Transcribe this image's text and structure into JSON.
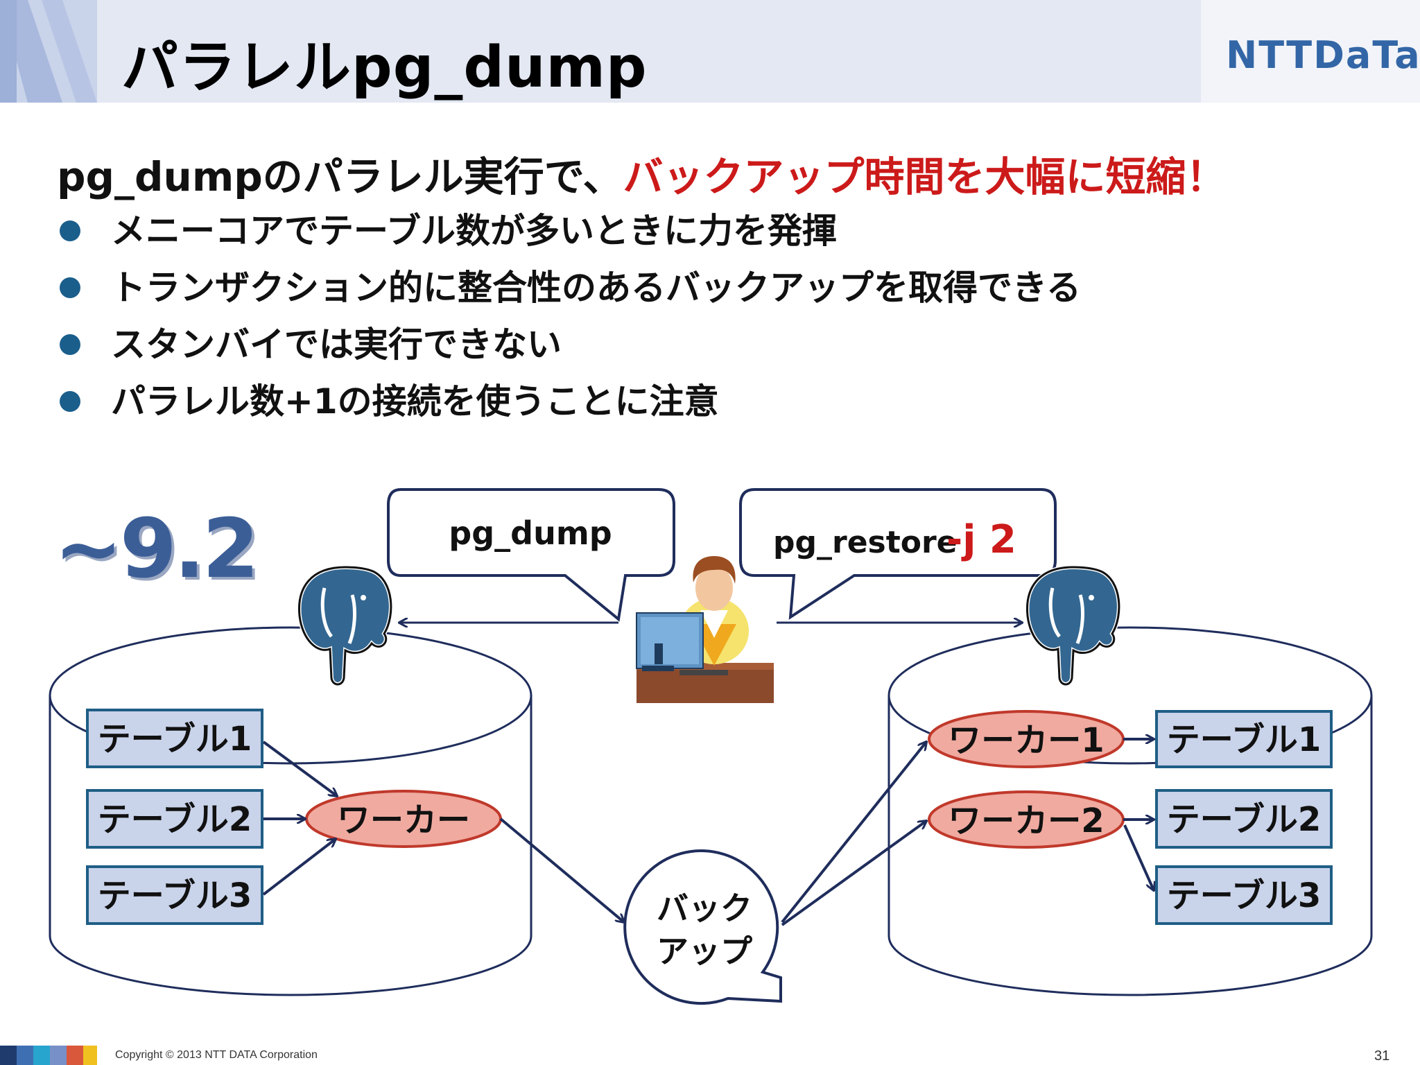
{
  "title": "パラレルpg_dump",
  "logo": "NTTDaTa",
  "lead": {
    "text": "pg_dumpのパラレル実行で、",
    "highlight": "バックアップ時間を大幅に短縮！"
  },
  "bullets": [
    "メニーコアでテーブル数が多いときに力を発揮",
    "トランザクション的に整合性のあるバックアップを取得できる",
    "スタンバイでは実行できない",
    "パラレル数+1の接続を使うことに注意"
  ],
  "diagram": {
    "version": "~9.2",
    "left_callout": "pg_dump",
    "right_callout": {
      "cmd": "pg_restore",
      "option": "-j 2"
    },
    "backup": {
      "line1": "バック",
      "line2": "アップ"
    },
    "left_tables": [
      "テーブル1",
      "テーブル2",
      "テーブル3"
    ],
    "left_worker": "ワーカー",
    "right_workers": [
      "ワーカー1",
      "ワーカー2"
    ],
    "right_tables": [
      "テーブル1",
      "テーブル2",
      "テーブル3"
    ]
  },
  "colors": {
    "accent_red": "#cc1a1a",
    "table_fill": "#c9d3ea",
    "table_border": "#1f5e86",
    "worker_fill": "#f0aaa0",
    "worker_border": "#c0392b",
    "arrow": "#1f2d5c"
  },
  "footer": {
    "copyright": "Copyright © 2013 NTT DATA Corporation",
    "page": "31"
  }
}
